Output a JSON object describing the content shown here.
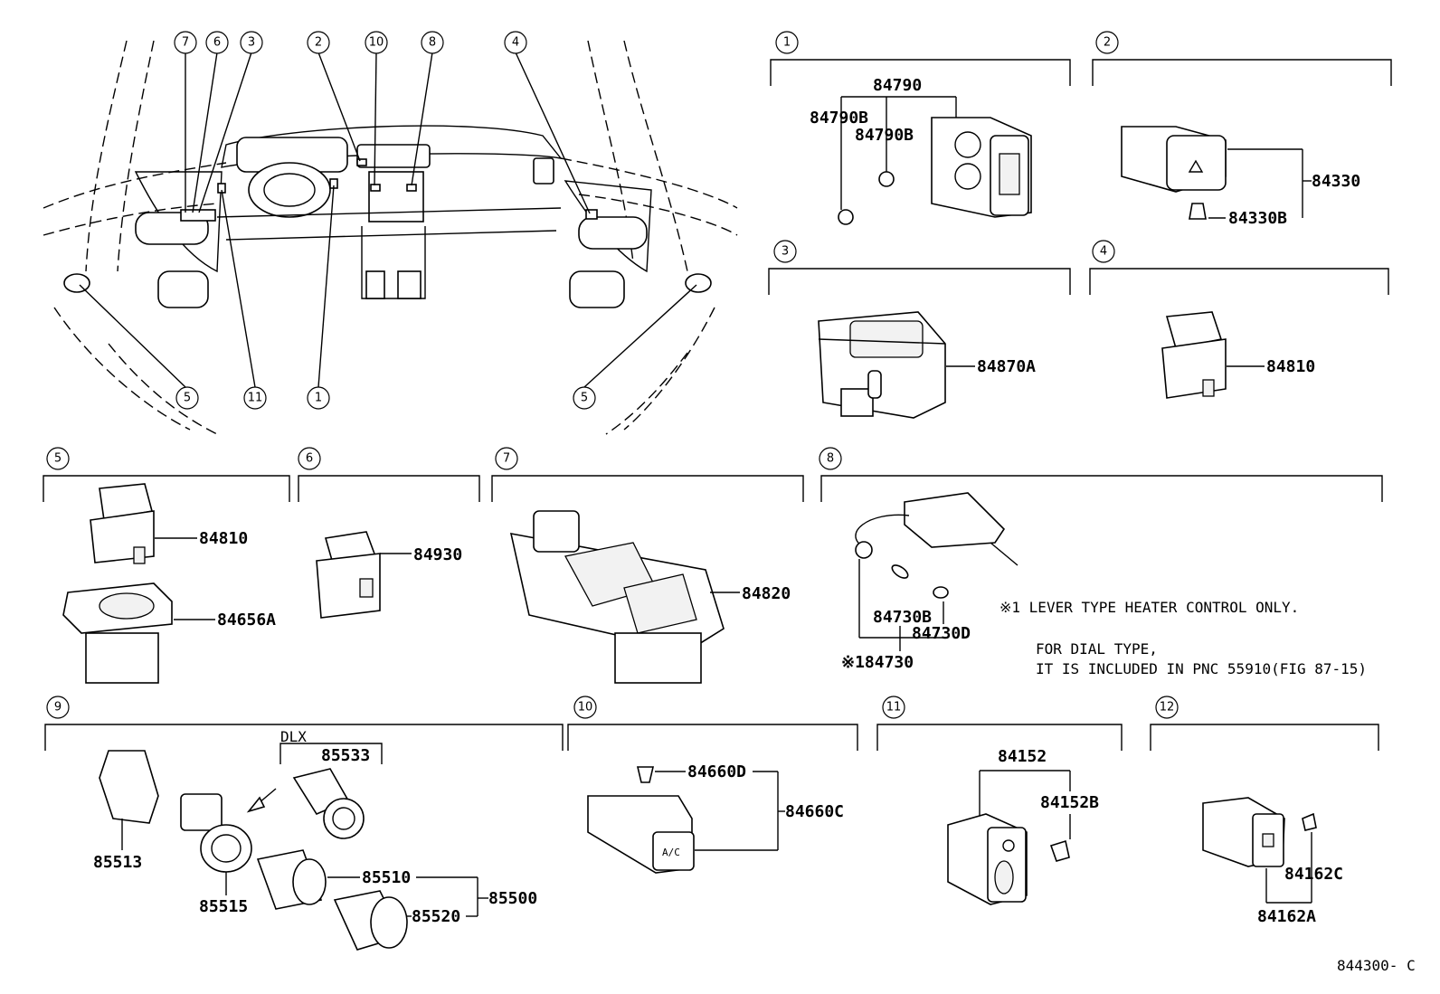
{
  "diagram_code": "844300- C",
  "callouts": {
    "c1": "1",
    "c2": "2",
    "c3": "3",
    "c4": "4",
    "c5": "5",
    "c6": "6",
    "c7": "7",
    "c8": "8",
    "c9": "9",
    "c10": "10",
    "c11": "11",
    "c12": "12"
  },
  "parts": {
    "p84790": "84790",
    "p84790B": "84790B",
    "p84330": "84330",
    "p84330B": "84330B",
    "p84870A": "84870A",
    "p84810": "84810",
    "p84656A": "84656A",
    "p84930": "84930",
    "p84820": "84820",
    "p84730": "※184730",
    "p84730B": "84730B",
    "p84730D": "84730D",
    "p85533": "85533",
    "p85513": "85513",
    "p85515": "85515",
    "p85510": "85510",
    "p85520": "85520",
    "p85500": "85500",
    "p84660D": "84660D",
    "p84660C": "84660C",
    "p84152": "84152",
    "p84152B": "84152B",
    "p84162C": "84162C",
    "p84162A": "84162A"
  },
  "notes": {
    "lever_note": "※1 LEVER TYPE HEATER CONTROL ONLY.",
    "dial_note_1": "FOR DIAL TYPE,",
    "dial_note_2": "IT IS INCLUDED IN PNC 55910(FIG 87-15)",
    "dlx": "DLX"
  },
  "switch_text": {
    "a_c": "A/C"
  }
}
